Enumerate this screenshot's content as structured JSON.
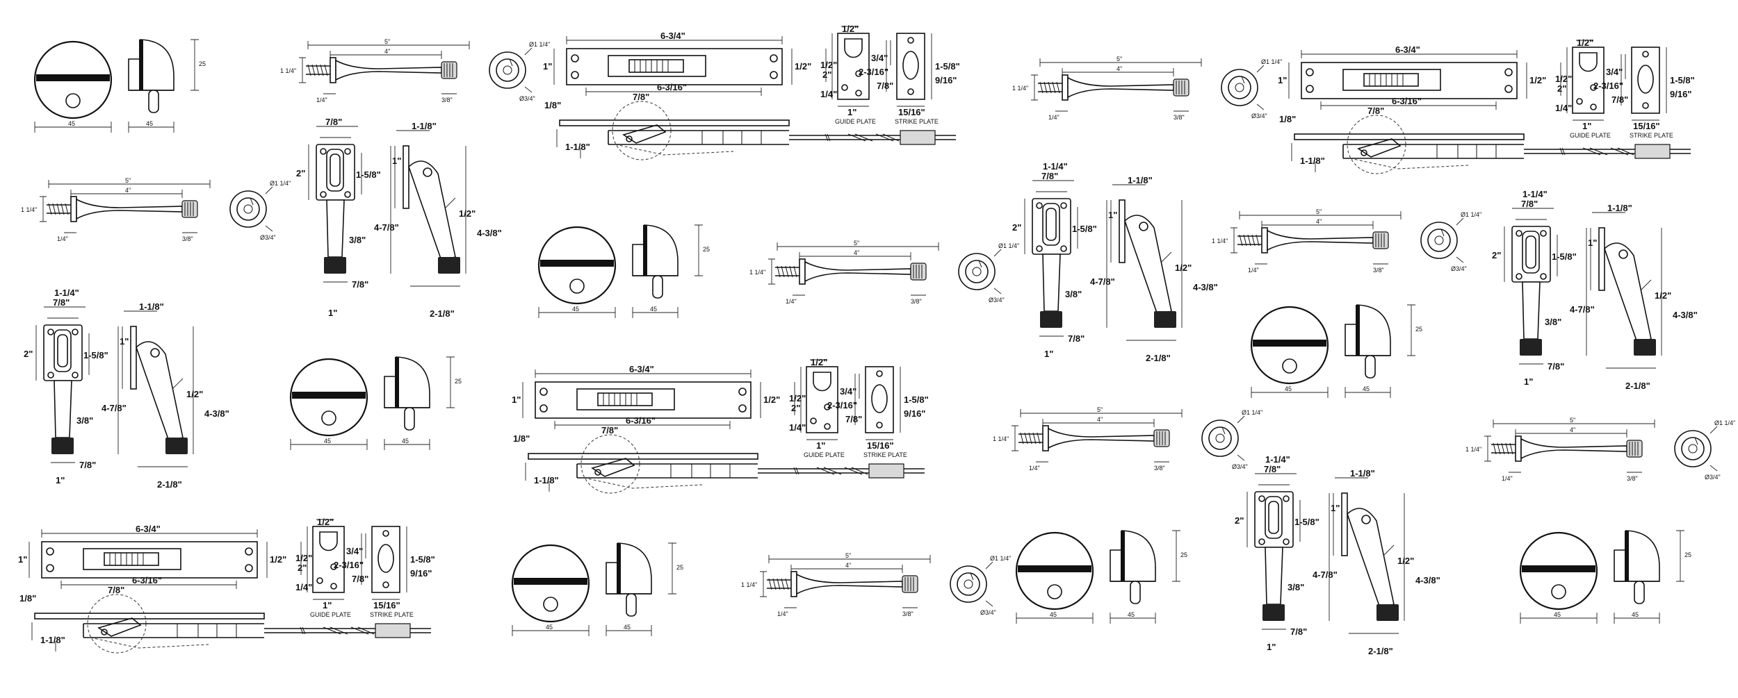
{
  "stopper": {
    "dim1": "45",
    "dim2": "45",
    "dim3": "25"
  },
  "wall_stop": {
    "overall": "5\"",
    "shaft": "4\"",
    "screw": "1 1/4\"",
    "base": "1/4\"",
    "tip": "3/8\"",
    "dia_outer": "Ø1 1/4\"",
    "dia_inner": "Ø3/4\""
  },
  "flush_bolt": {
    "length": "6-3/4\"",
    "inner_length": "6-3/16\"",
    "width": "1\"",
    "end": "1/2\"",
    "offset": "7/8\"",
    "rod": "1/8\"",
    "throw": "1-1/8\"",
    "guide_top": "1/2\"",
    "guide_mid": "1/2\"",
    "guide_h": "2\"",
    "guide_low": "1/4\"",
    "guide_w": "1\"",
    "guide_label": "GUIDE PLATE",
    "strike_a": "3/4\"",
    "strike_b": "2-3/16\"",
    "strike_c": "7/8\"",
    "strike_w": "15/16\"",
    "strike_h": "1-5/8\"",
    "strike_d": "9/16\"",
    "strike_label": "STRIKE PLATE"
  },
  "kick_down": {
    "top_w": "1-1/4\"",
    "top_w2": "7/8\"",
    "plate_h": "2\"",
    "plate_w": "1-5/8\"",
    "mid": "3/8\"",
    "foot": "7/8\"",
    "base": "1\"",
    "arm_top": "1-1/8\"",
    "arm_off": "1\"",
    "arm_h": "4-7/8\"",
    "arm_mid": "1/2\"",
    "total_h": "4-3/8\"",
    "arm_base": "2-1/8\""
  }
}
